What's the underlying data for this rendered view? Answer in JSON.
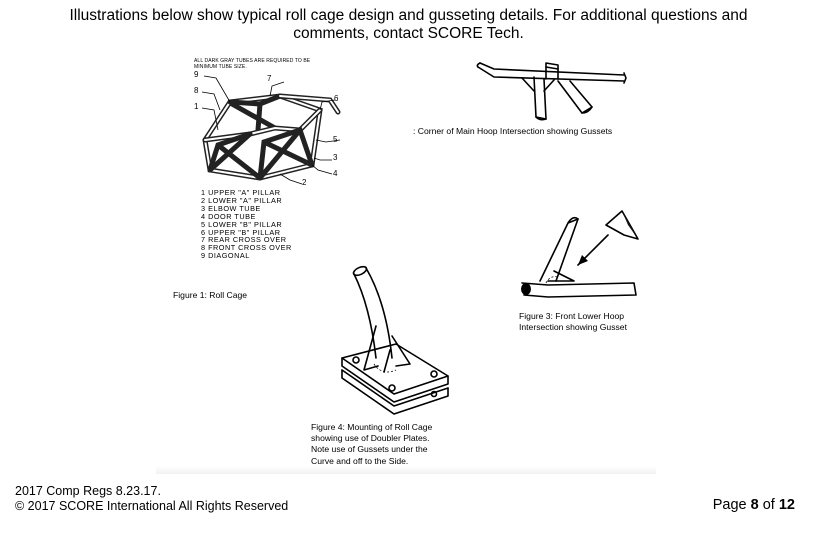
{
  "intro_text": "Illustrations below show typical roll cage design and gusseting details. For additional questions and comments, contact SCORE Tech.",
  "figure1": {
    "note": "ALL DARK GRAY TUBES ARE REQUIRED TO BE MINIMUM TUBE SIZE.",
    "callouts": [
      "1",
      "2",
      "3",
      "4",
      "5",
      "6",
      "7",
      "8",
      "9"
    ],
    "legend": [
      "1  UPPER \"A\" PILLAR",
      "2  LOWER \"A\" PILLAR",
      "3  ELBOW TUBE",
      "4  DOOR TUBE",
      "5  LOWER \"B\" PILLAR",
      "6  UPPER \"B\" PILLAR",
      "7  REAR CROSS OVER",
      "8  FRONT CROSS OVER",
      "9  DIAGONAL"
    ],
    "caption": "Figure 1:  Roll Cage"
  },
  "figure2": {
    "caption": ": Corner of Main Hoop Intersection showing Gussets"
  },
  "figure3": {
    "caption_lines": [
      "Figure 3:  Front Lower Hoop",
      "Intersection showing Gusset"
    ]
  },
  "figure4": {
    "caption_lines": [
      "Figure 4:  Mounting of Roll Cage",
      "showing use of Doubler Plates.",
      "Note use of Gussets under the",
      "Curve and off to the Side."
    ]
  },
  "footer": {
    "line1": "2017 Comp Regs 8.23.17.",
    "line2": "© 2017 SCORE International All Rights Reserved",
    "page_prefix": "Page ",
    "page_current": "8",
    "page_middle": " of ",
    "page_total": "12"
  }
}
